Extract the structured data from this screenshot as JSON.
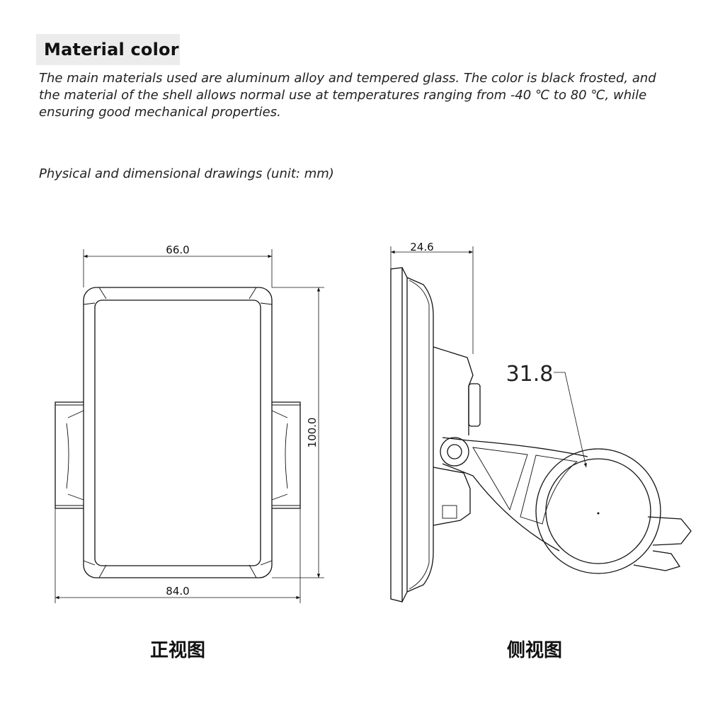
{
  "section": {
    "title": "Material color",
    "paragraph": "  The main materials used are aluminum alloy and tempered glass. The color is black frosted, and the material of the shell allows normal use at temperatures ranging from -40 ℃ to 80 ℃, while ensuring good mechanical properties.",
    "drawings_caption": "Physical and dimensional drawings (unit: mm)"
  },
  "front_view": {
    "label": "正视图",
    "dim_width_top": "66.0",
    "dim_height": "100.0",
    "dim_width_bottom": "84.0"
  },
  "side_view": {
    "label": "侧视图",
    "dim_depth": "24.6",
    "dim_clamp_diameter": "31.8"
  }
}
